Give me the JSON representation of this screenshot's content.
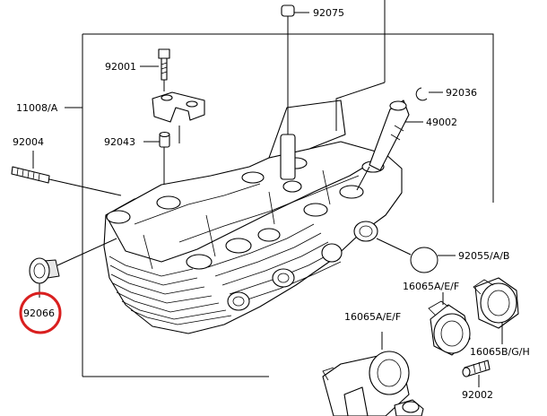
{
  "labels": {
    "p92075": "92075",
    "p92001": "92001",
    "p11008": "11008/A",
    "p92036": "92036",
    "p49002": "49002",
    "p92004": "92004",
    "p92043": "92043",
    "p92055": "92055/A/B",
    "p92066": "92066",
    "p16065_aef_upper": "16065A/E/F",
    "p16065_aef_lower": "16065A/E/F",
    "p16065_bgh": "16065B/G/H",
    "p92002": "92002"
  },
  "highlight": {
    "part": "92066",
    "color": "#d91f1f"
  },
  "colors": {
    "line": "#000000",
    "background": "#ffffff"
  }
}
